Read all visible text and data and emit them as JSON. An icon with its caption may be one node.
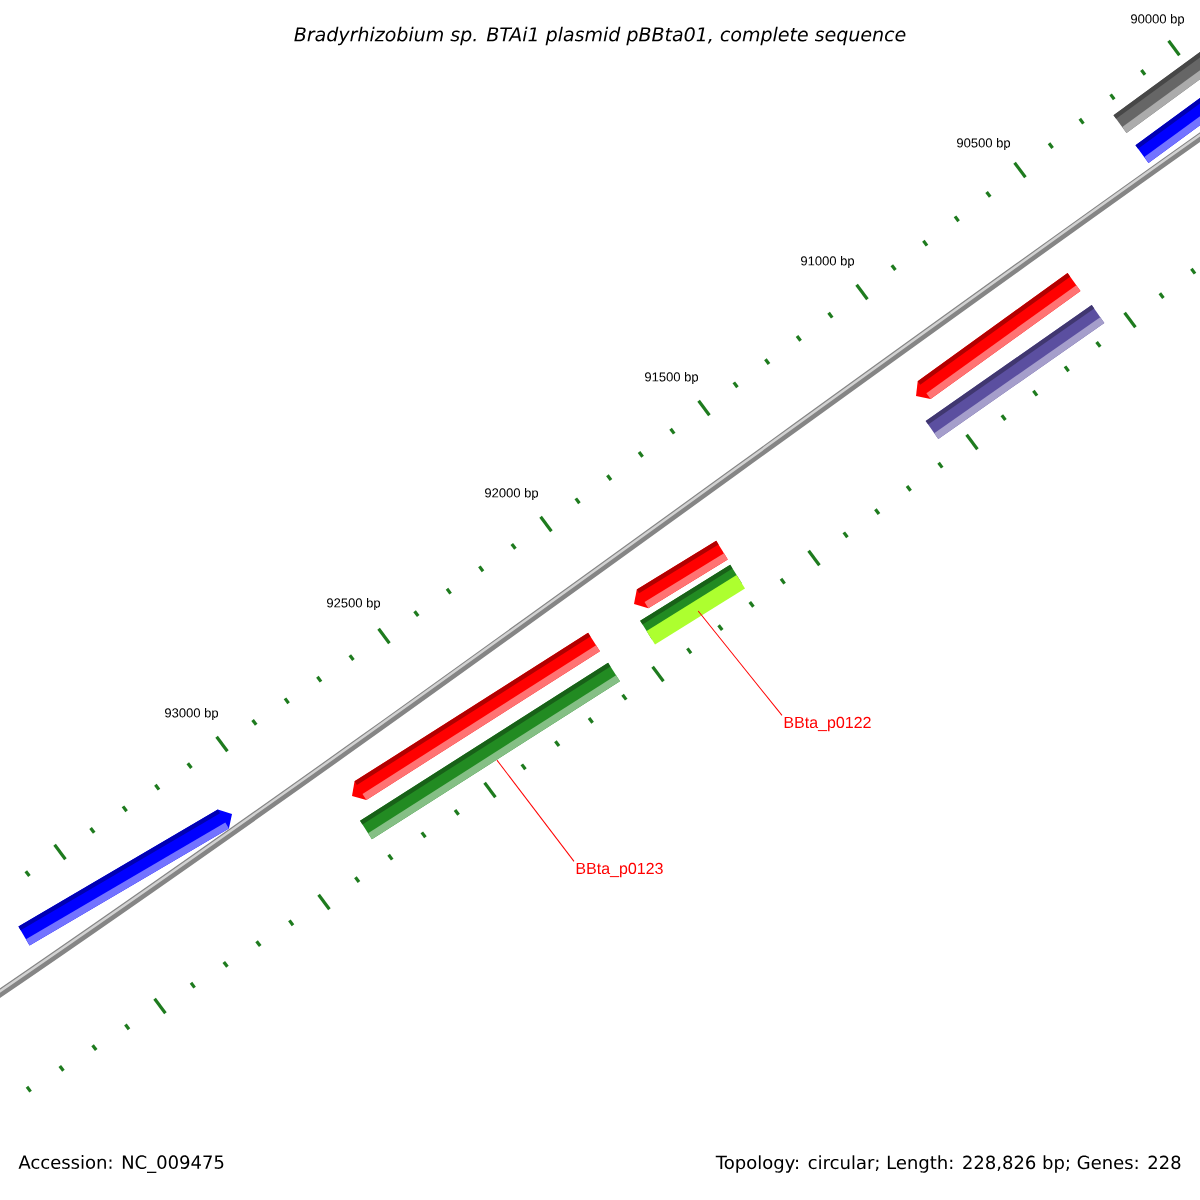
{
  "diagram": {
    "title": "Bradyrhizobium sp. BTAi1 plasmid pBBta01, complete sequence",
    "nodes": [
      {
        "text": [
          "BBta_p0122"
        ]
      },
      {
        "text": [
          "BBta_p0123"
        ]
      },
      {
        "text": [],
        "shape": "bar"
      },
      {
        "text": [],
        "shape": "bar"
      },
      {
        "text": [],
        "shape": "bar"
      },
      {
        "text": [],
        "shape": "bar"
      },
      {
        "text": [],
        "shape": "bar"
      },
      {
        "text": [],
        "shape": "bar"
      },
      {
        "text": [],
        "shape": "bar"
      },
      {
        "text": [],
        "shape": "bar"
      },
      {
        "text": [],
        "shape": "bar"
      }
    ],
    "edges": [
      {
        "from": 0,
        "to": 6,
        "arrow": "none"
      },
      {
        "from": 1,
        "to": 4,
        "arrow": "none"
      }
    ],
    "labels": [
      "90000 bp",
      "90500 bp",
      "91000 bp",
      "91500 bp",
      "92000 bp",
      "92500 bp",
      "93000 bp",
      "Accession: NC_009475",
      "Topology: circular; Length: 228,826 bp; Genes: 228"
    ]
  }
}
